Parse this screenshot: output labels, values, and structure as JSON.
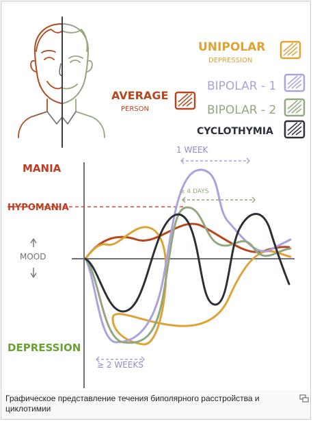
{
  "legend": {
    "unipolar_line1": "UNIPOLAR",
    "unipolar_line2": "DEPRESSION",
    "bipolar1": "BIPOLAR - 1",
    "bipolar2": "BIPOLAR - 2",
    "cyclothymia": "CYCLOTHYMIA",
    "average_line1": "AVERAGE",
    "average_line2": "PERSON"
  },
  "colors": {
    "unipolar": "#e0a235",
    "bipolar1": "#a9a2dc",
    "bipolar2": "#93a77e",
    "cyclothymia": "#2b2f38",
    "average": "#b5471e",
    "mania": "#c23b1e",
    "depression": "#6aa231",
    "hypomania_line": "#e0463a",
    "axis": "#6b7079",
    "annot": "#8f88cc",
    "annot2": "#93a77e"
  },
  "axis": {
    "mania": "MANIA",
    "hypomania": "HYPOMANIA",
    "mood": "MOOD",
    "depression": "DEPRESSION"
  },
  "annotations": {
    "one_week": "1 WEEK",
    "four_days": "≥ 4 DAYS",
    "two_weeks": "≥ 2 WEEKS"
  },
  "caption": "Графическое представление течения биполярного расстройства и циклотимии"
}
